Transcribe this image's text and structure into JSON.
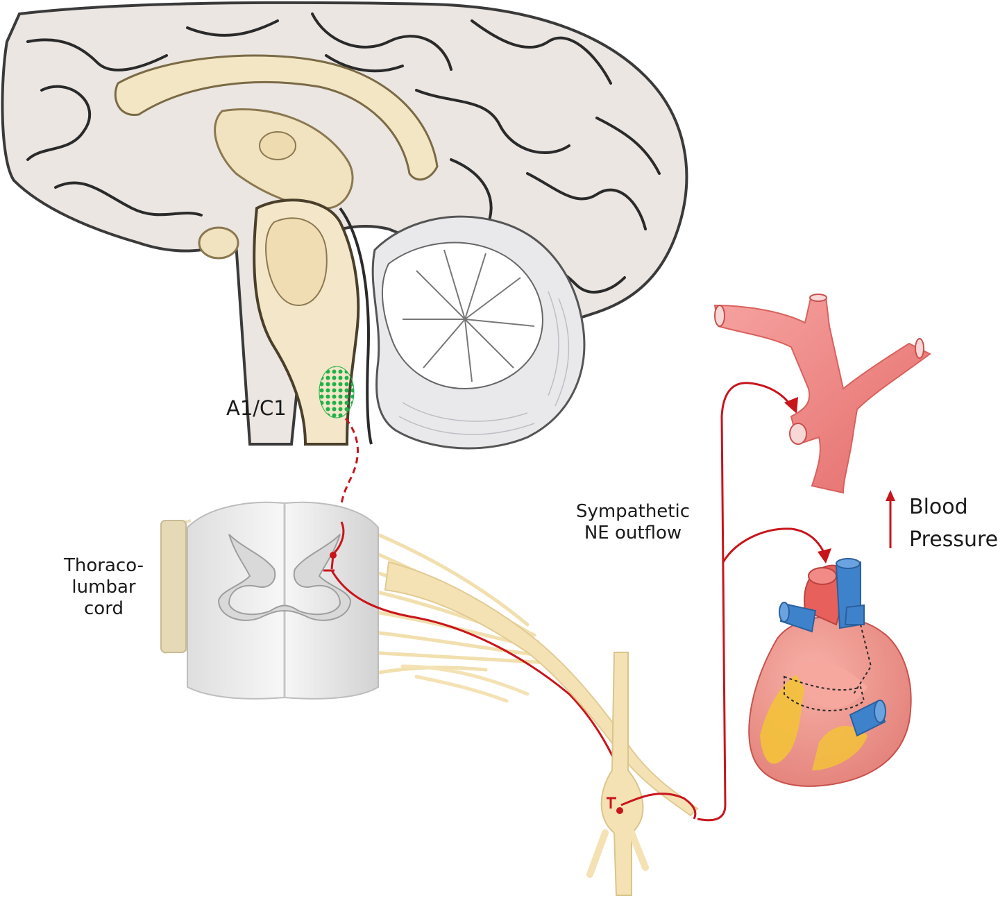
{
  "labels": {
    "nucleus": "A1/C1",
    "cord_line1": "Thoraco-",
    "cord_line2": "lumbar",
    "cord_line3": "cord",
    "outflow_line1": "Sympathetic",
    "outflow_line2": "NE outflow",
    "bp_line1": "Blood",
    "bp_line2": "Pressure"
  },
  "colors": {
    "pathway": "#c8151b",
    "nucleus_dots": "#1fb24a",
    "brain": "#ebe6e2",
    "midline": "#f3e6c4",
    "nerve": "#f4e2b4",
    "artery": "#ef8a88",
    "vein": "#3f82cc"
  },
  "icons": {
    "up_arrow": "up-arrow-icon"
  }
}
